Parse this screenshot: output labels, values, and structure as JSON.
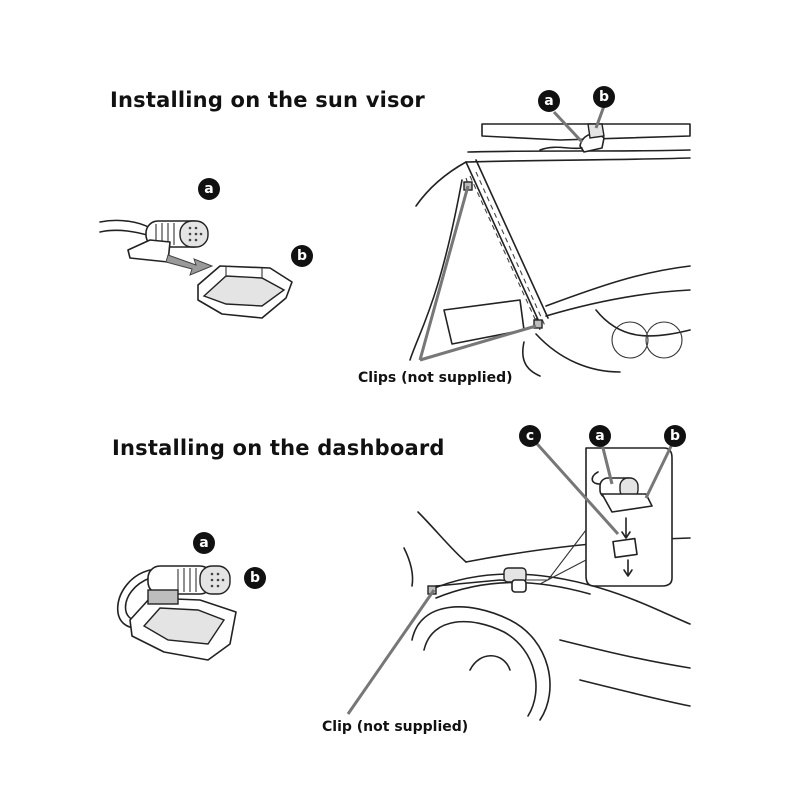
{
  "sections": {
    "sun_visor": {
      "heading": "Installing on the sun visor",
      "clips_caption": "Clips (not supplied)"
    },
    "dashboard": {
      "heading": "Installing on the dashboard",
      "clip_caption": "Clip (not supplied)"
    }
  },
  "labels": {
    "a": "a",
    "b": "b",
    "c": "c"
  }
}
